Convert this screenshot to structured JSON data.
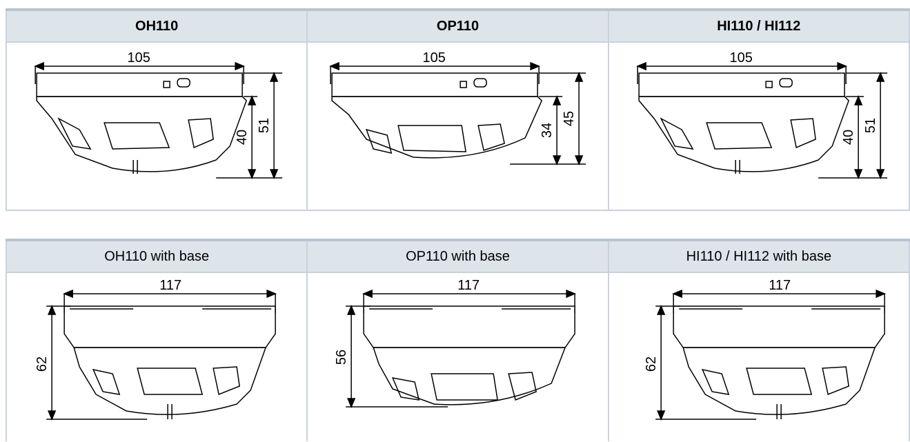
{
  "top_table": {
    "columns": [
      {
        "label": "OH110",
        "width_dim": "105",
        "dims": [
          "40",
          "51"
        ]
      },
      {
        "label": "OP110",
        "width_dim": "105",
        "dims": [
          "34",
          "45"
        ]
      },
      {
        "label": "HI110 / HI112",
        "width_dim": "105",
        "dims": [
          "40",
          "51"
        ]
      }
    ]
  },
  "bottom_table": {
    "columns": [
      {
        "label": "OH110 with base",
        "width_dim": "117",
        "dims": [
          "62"
        ]
      },
      {
        "label": "OP110 with base",
        "width_dim": "117",
        "dims": [
          "56"
        ]
      },
      {
        "label": "HI110 / HI112 with base",
        "width_dim": "117",
        "dims": [
          "62"
        ]
      }
    ]
  },
  "colors": {
    "header_bg": "#dde4ea",
    "border": "#c9d2dc",
    "line": "#000000"
  },
  "icons": [
    "dimension-arrow-icon",
    "detector-outline-icon"
  ]
}
